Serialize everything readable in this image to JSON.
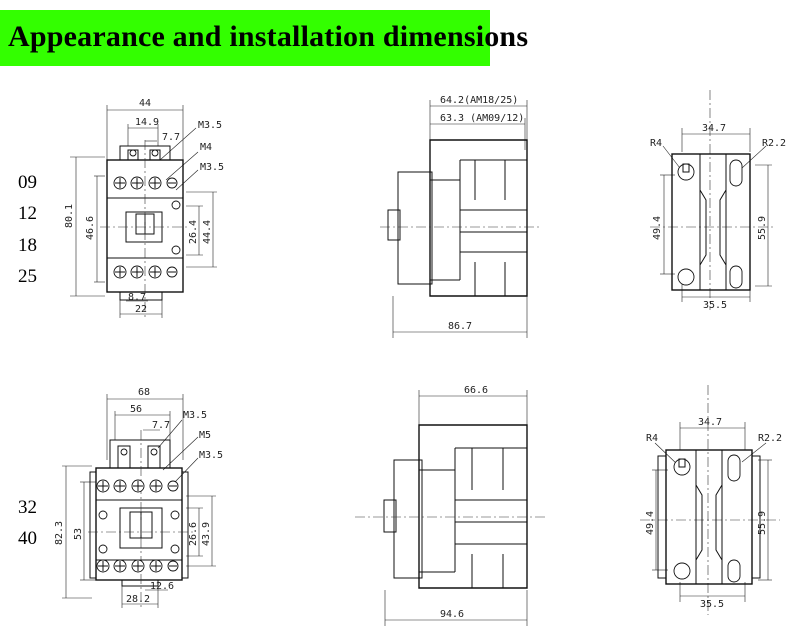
{
  "header": {
    "title": "Appearance and installation dimensions",
    "banner_color": "#33ff00"
  },
  "models_small": [
    "09",
    "12",
    "18",
    "25"
  ],
  "models_large": [
    "32",
    "40"
  ],
  "small": {
    "front": {
      "w_overall": "44",
      "w_top": "14.9",
      "pitch": "7.7",
      "term_screw": "M3.5",
      "main_screw": "M4",
      "aux_screw": "M3.5",
      "h_overall": "80.1",
      "h_body": "46.6",
      "h_mid": "26.4",
      "h_aux": "44.4",
      "w_base": "8.7",
      "w_mount": "22"
    },
    "side": {
      "w_am18": "64.2(AM18/25)",
      "w_am09": "63.3 (AM09/12)",
      "depth": "86.7"
    },
    "back": {
      "w_top": "34.7",
      "r_left": "R4",
      "r_right": "R2.2",
      "h_left": "49.4",
      "h_right": "55.9",
      "w_bottom": "35.5"
    }
  },
  "large": {
    "front": {
      "w_overall": "68",
      "w_top": "56",
      "pitch": "7.7",
      "term_screw": "M3.5",
      "main_screw": "M5",
      "aux_screw": "M3.5",
      "h_overall": "82.3",
      "h_body": "53",
      "h_mid": "26.6",
      "h_aux": "43.9",
      "w_base": "12.6",
      "w_mount": "28.2"
    },
    "side": {
      "w_top": "66.6",
      "depth": "94.6"
    },
    "back": {
      "w_top": "34.7",
      "r_left": "R4",
      "r_right": "R2.2",
      "h_left": "49.4",
      "h_right": "55.9",
      "w_bottom": "35.5"
    }
  }
}
